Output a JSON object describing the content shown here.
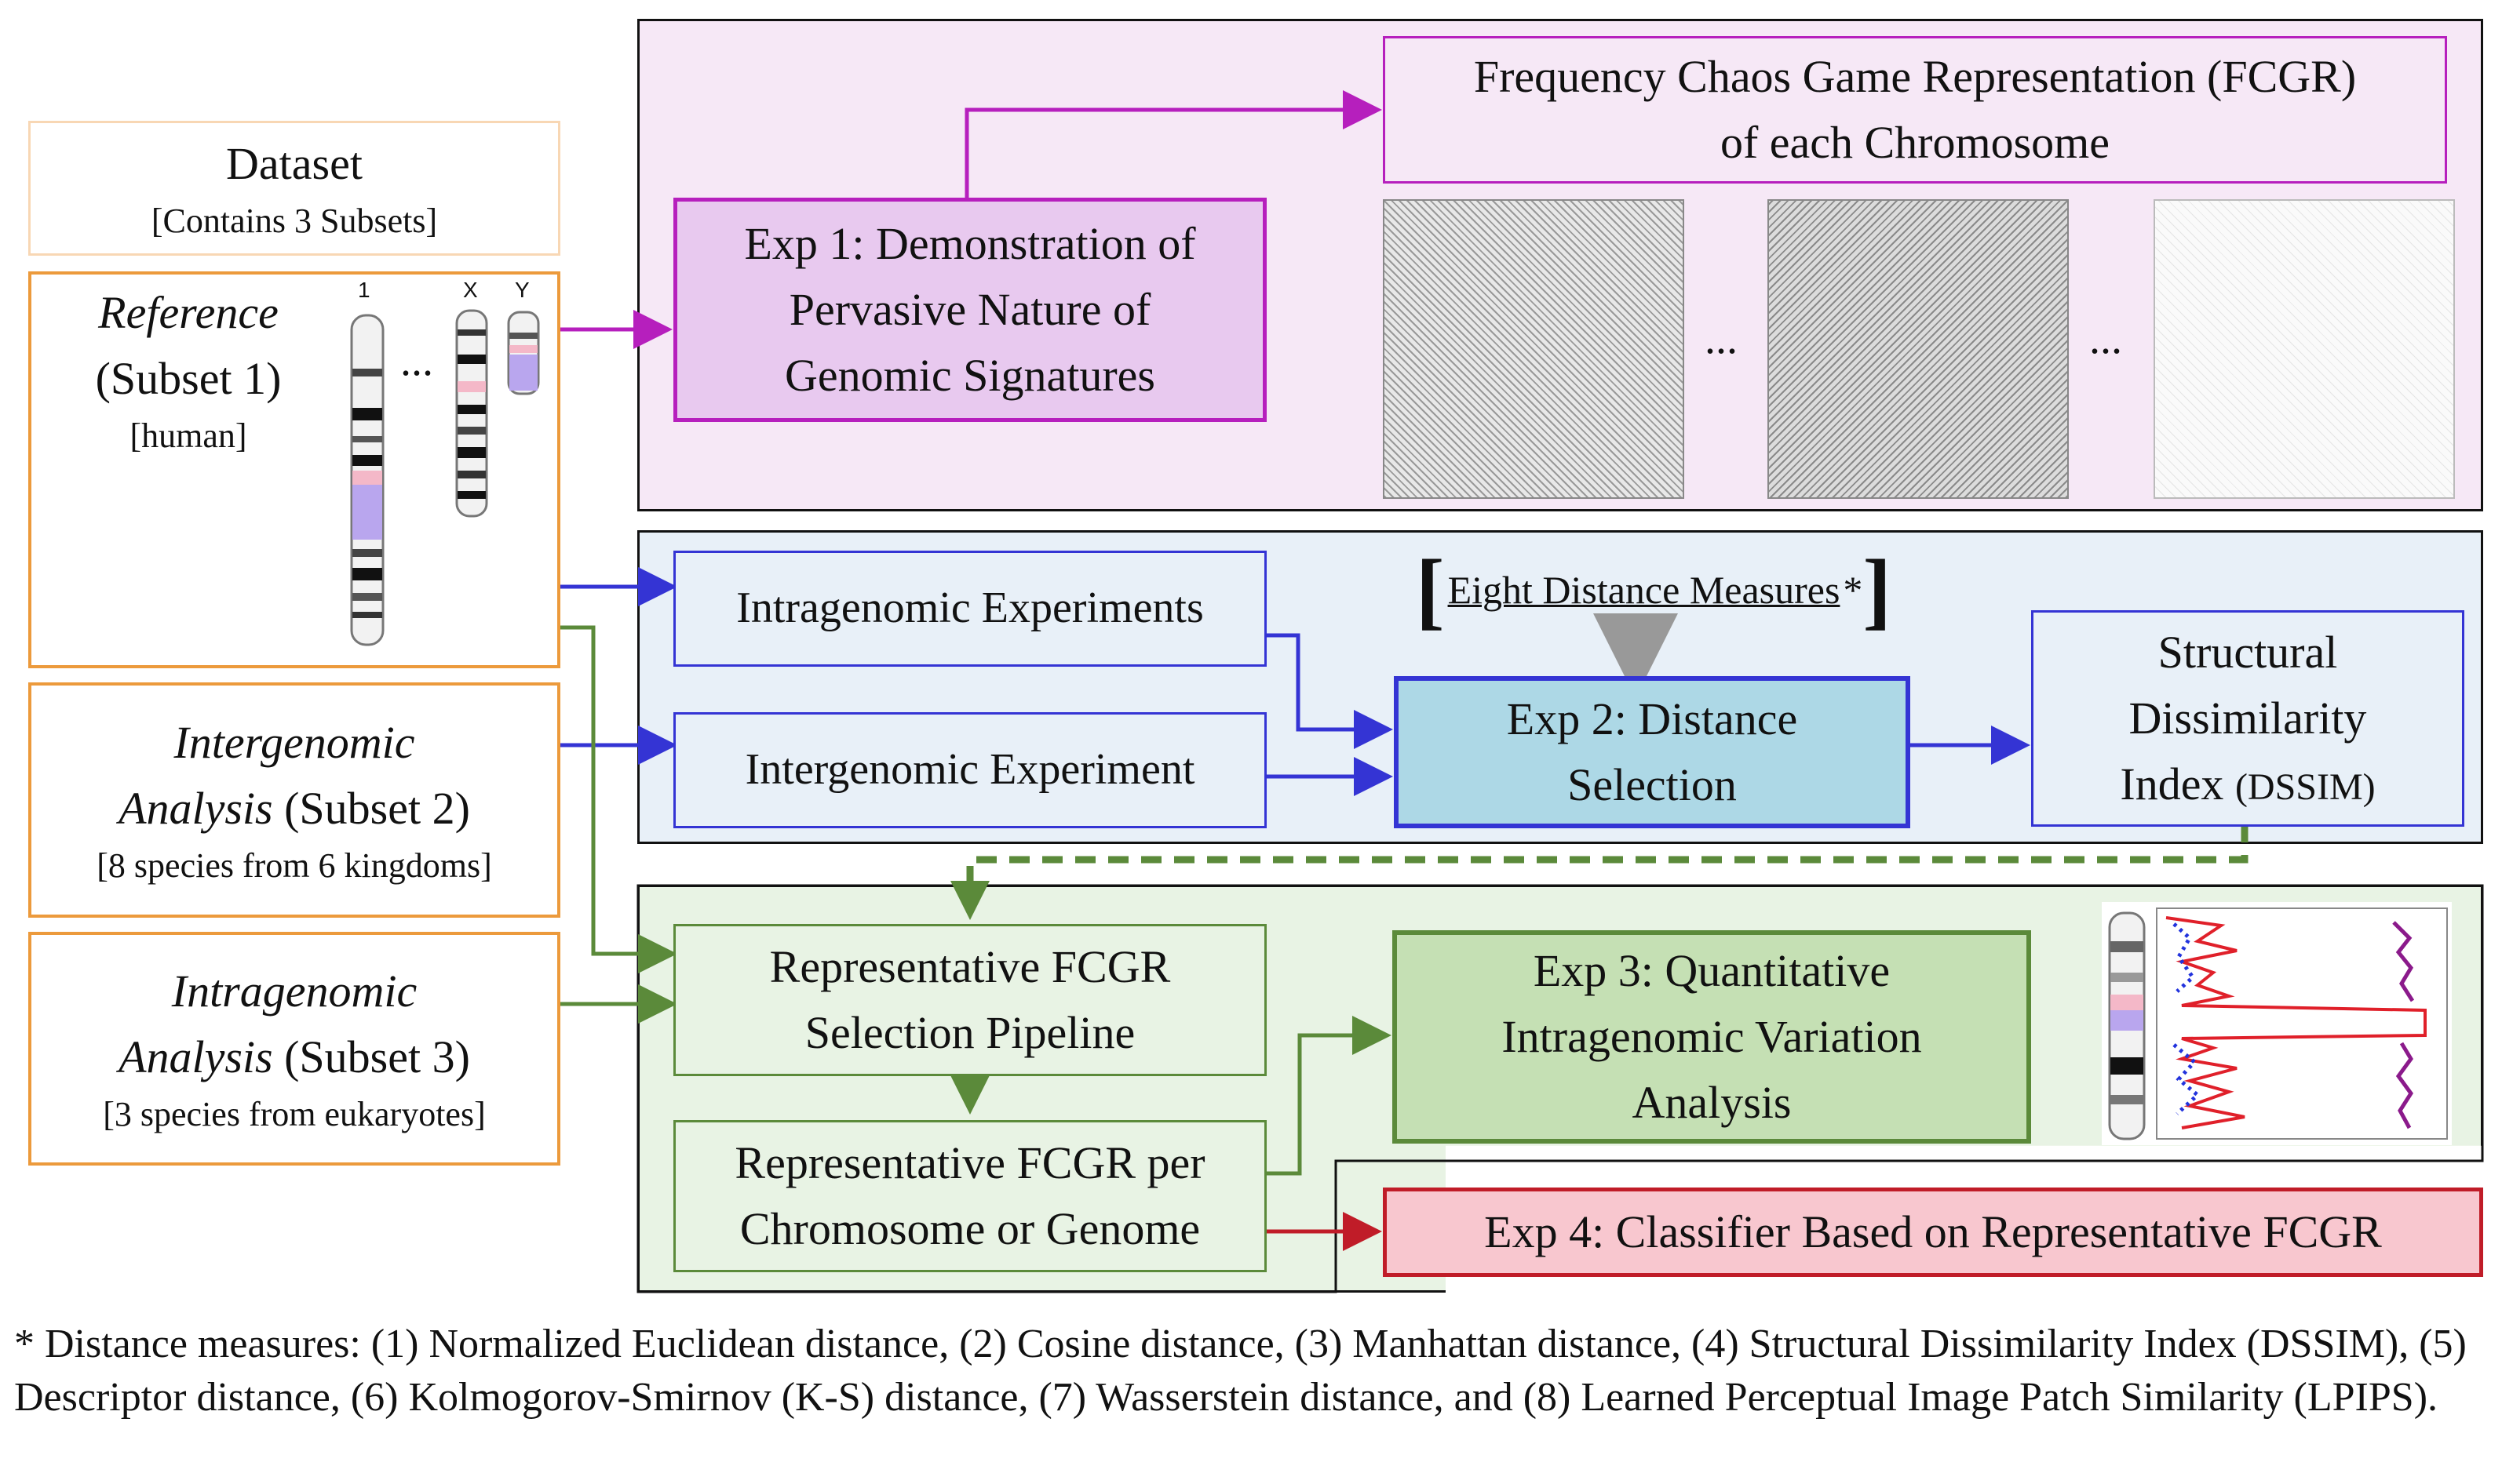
{
  "dataset": {
    "title": "Dataset",
    "subtitle": "[Contains 3 Subsets]"
  },
  "subset1": {
    "title_italic": "Reference",
    "title_rest": "(Subset 1)",
    "note": "[human]",
    "chromosome_labels": [
      "1",
      "X",
      "Y"
    ],
    "ellipsis": "..."
  },
  "subset2": {
    "title_italic_1": "Intergenomic",
    "title_italic_2": "Analysis",
    "title_rest": "(Subset 2)",
    "note": "[8 species from 6 kingdoms]"
  },
  "subset3": {
    "title_italic_1": "Intragenomic",
    "title_italic_2": "Analysis",
    "title_rest": "(Subset 3)",
    "note": "[3 species from eukaryotes]"
  },
  "exp1": {
    "label_lines": [
      "Exp 1: Demonstration of",
      "Pervasive Nature of",
      "Genomic Signatures"
    ],
    "output_lines": [
      "Frequency Chaos Game Representation (FCGR)",
      "of each Chromosome"
    ],
    "ellipsis": "..."
  },
  "exp2": {
    "intra_label": "Intragenomic Experiments",
    "inter_label": "Intergenomic Experiment",
    "measures_label": "Eight Distance Measures",
    "measures_mark": "*",
    "label_lines": [
      "Exp 2: Distance",
      "Selection"
    ],
    "result_line1": "Structural",
    "result_line2": "Dissimilarity",
    "result_line3_main": "Index",
    "result_line3_small": "(DSSIM)"
  },
  "exp3": {
    "pipeline_lines": [
      "Representative FCGR",
      "Selection Pipeline"
    ],
    "per_chrom_lines": [
      "Representative FCGR per",
      "Chromosome or Genome"
    ],
    "label_lines": [
      "Exp 3: Quantitative",
      "Intragenomic Variation",
      "Analysis"
    ]
  },
  "exp4": {
    "label": "Exp 4: Classifier Based on Representative FCGR"
  },
  "footnote": "* Distance measures: (1) Normalized Euclidean distance, (2) Cosine distance, (3) Manhattan distance, (4) Structural Dissimilarity Index (DSSIM), (5) Descriptor distance, (6) Kolmogorov-Smirnov (K-S) distance, (7) Wasserstein distance, and (8) Learned Perceptual Image Patch Similarity (LPIPS).",
  "colors": {
    "purple": "#b61fbd",
    "purple_fill": "#f3e6f5",
    "purple_box": "#e8c9ef",
    "blue": "#3434d4",
    "blue_fill": "#e8f0f8",
    "blue_box": "#add8e6",
    "green": "#5b8a3a",
    "green_fill": "#e8f3e4",
    "green_box": "#c5e0b4",
    "orange": "#ec9a3c",
    "red": "#c01c28",
    "red_fill": "#f8c7cf"
  }
}
